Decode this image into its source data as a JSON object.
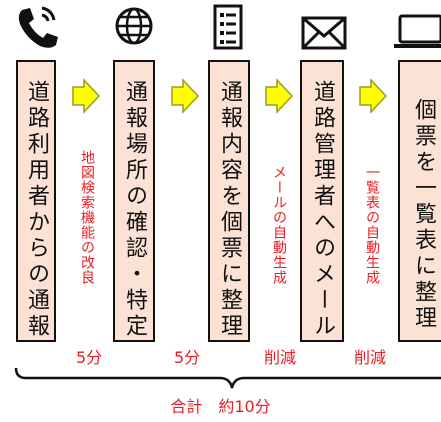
{
  "steps": [
    {
      "label": "道路利用者からの通報",
      "icon": "phone-icon"
    },
    {
      "label": "通報場所の確認・特定",
      "icon": "globe-icon"
    },
    {
      "label": "通報内容を個票に整理",
      "icon": "document-icon"
    },
    {
      "label": "道路管理者へのメール",
      "icon": "envelope-icon"
    },
    {
      "label": "個票を一覧表に整理",
      "icon": "laptop-icon"
    }
  ],
  "improvements": [
    {
      "note": "地図検索機能の改良",
      "reduction": "5分"
    },
    {
      "note": "",
      "reduction": "5分"
    },
    {
      "note": "メールの自動生成",
      "reduction": "削減"
    },
    {
      "note": "一覧表の自動生成",
      "reduction": "削減"
    }
  ],
  "total": "合計　約10分",
  "colors": {
    "box_fill": "#fbe2d5",
    "arrow_fill": "#ffff00",
    "accent": "#ee1c25"
  }
}
